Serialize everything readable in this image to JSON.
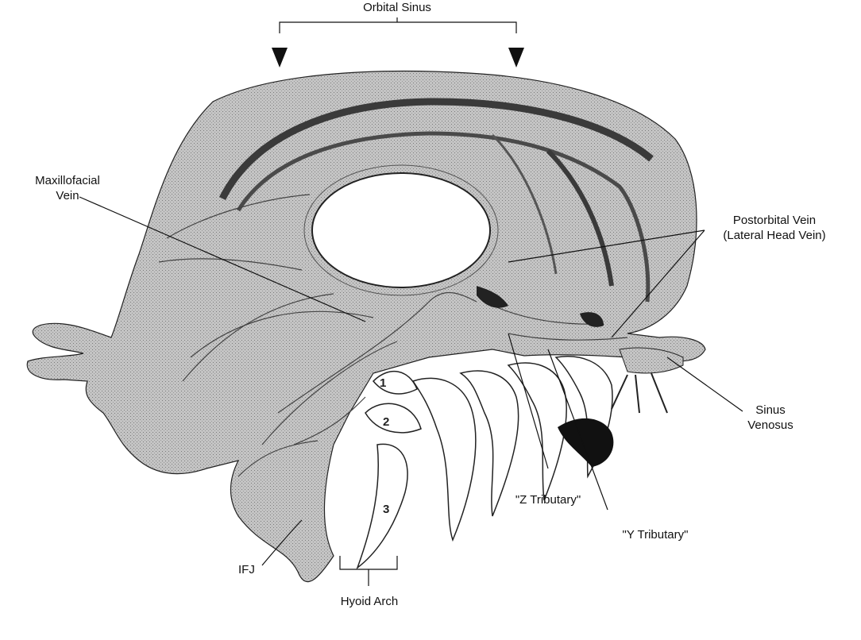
{
  "labels": {
    "orbital_sinus": "Orbital Sinus",
    "maxillofacial_vein_line1": "Maxillofacial",
    "maxillofacial_vein_line2": "Vein",
    "postorbital_vein_line1": "Postorbital Vein",
    "postorbital_vein_line2": "(Lateral Head Vein)",
    "sinus_venosus_line1": "Sinus",
    "sinus_venosus_line2": "Venosus",
    "z_tributary": "\"Z Tributary\"",
    "y_tributary": "\"Y Tributary\"",
    "ifj": "IFJ",
    "hyoid_arch": "Hyoid Arch"
  },
  "arch_numbers": [
    "1",
    "2",
    "3"
  ],
  "colors": {
    "tissue": "#bdbdbd",
    "vessel_dark": "#3a3a3a",
    "line": "#111111"
  }
}
